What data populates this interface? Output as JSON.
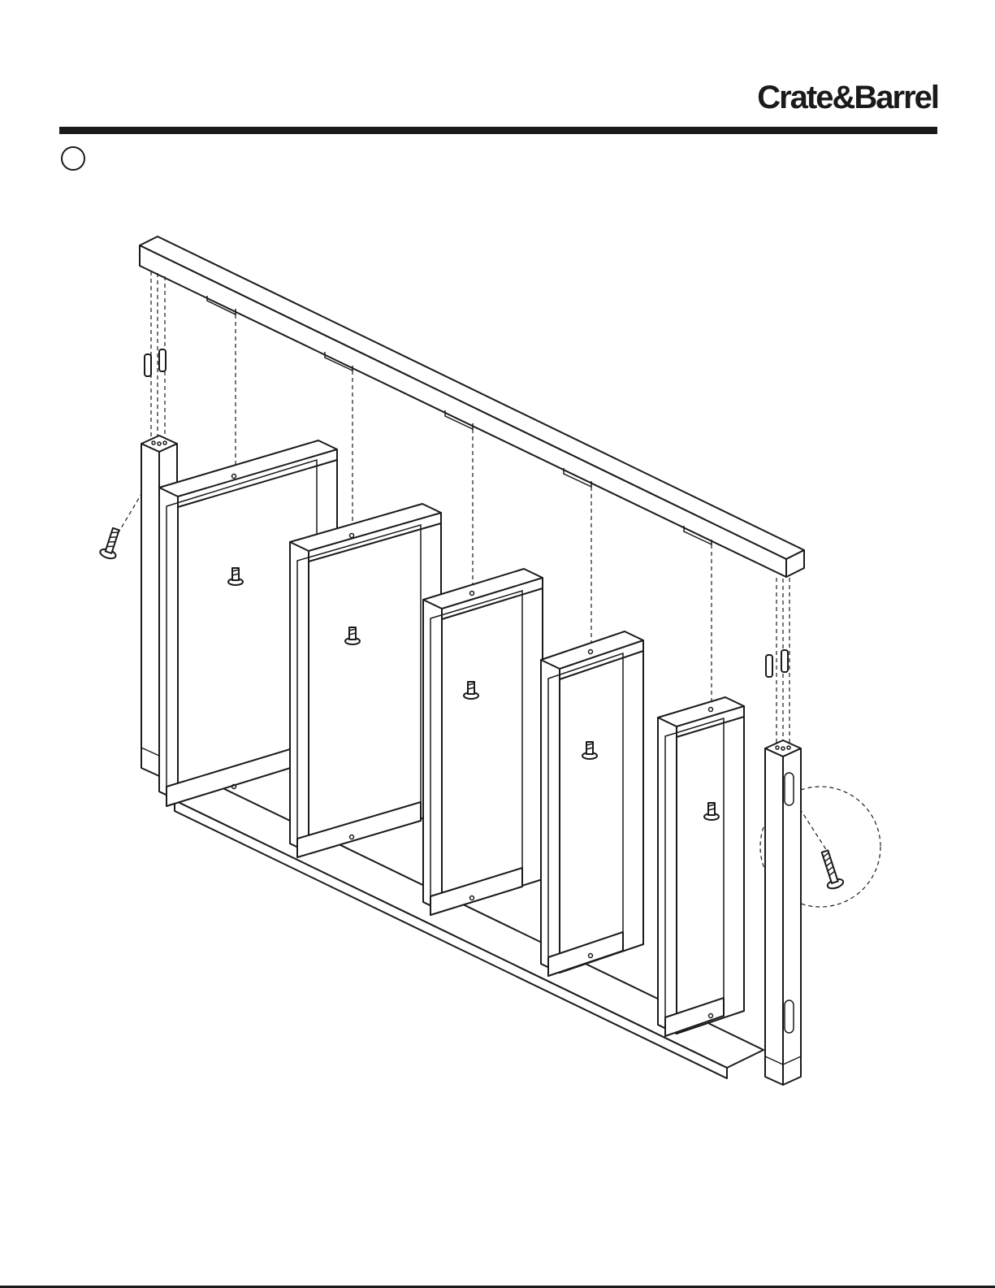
{
  "header": {
    "brand": "Crate&Barrel",
    "step_number": ""
  },
  "illustration": {
    "parts": [
      "top-rail",
      "left-leg",
      "right-leg",
      "frame-1",
      "frame-2",
      "frame-3",
      "frame-4",
      "frame-5",
      "screw",
      "dowel"
    ]
  },
  "colors": {
    "ink": "#1a1a1a",
    "paper": "#ffffff"
  }
}
